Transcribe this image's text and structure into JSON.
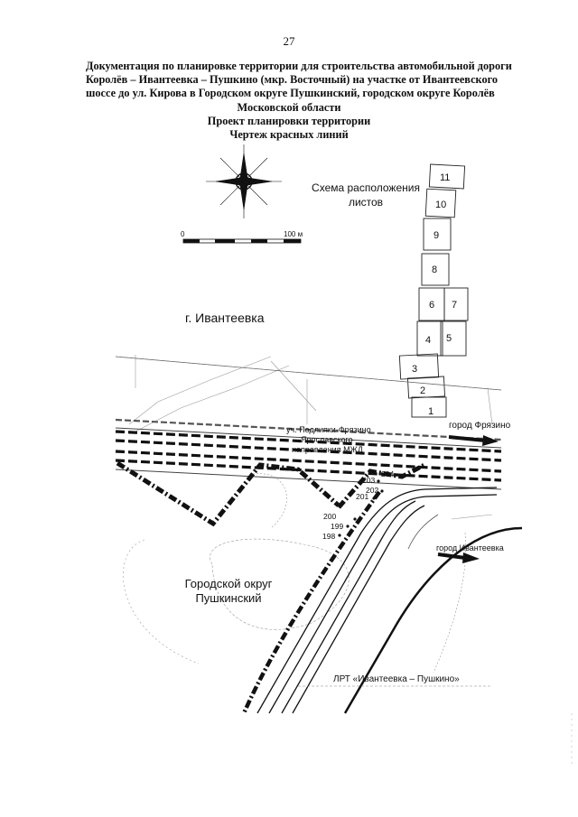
{
  "page": {
    "number": "27"
  },
  "header": {
    "title_lines": [
      "Документация по планировке территории для строительства автомобильной дороги",
      "Королёв – Ивантеевка – Пушкино (мкр. Восточный) на участке от Ивантеевского",
      "шоссе до ул. Кирова в Городском округе Пушкинский, городском округе Королёв",
      "Московской области",
      "Проект планировки территории",
      "Чертеж красных линий"
    ]
  },
  "scale_bar": {
    "start_label": "0",
    "end_label": "100 м"
  },
  "sheet_scheme": {
    "title_lines": [
      "Схема расположения",
      "листов"
    ],
    "sheets": [
      "1",
      "2",
      "3",
      "4",
      "5",
      "6",
      "7",
      "8",
      "9",
      "10",
      "11"
    ]
  },
  "map_labels": {
    "city": "г. Ивантеевка",
    "railway_line1": "уч. Подлипки-Фрязино",
    "railway_line2": "Ярославского",
    "railway_line3": "направления МЖД",
    "to_fryazino": "город Фрязино",
    "to_ivanteevka": "город Ивантеевка",
    "district_line1": "Городской округ",
    "district_line2": "Пушкинский",
    "lrt": "ЛРТ «Ивантеевка – Пушкино»"
  },
  "points": [
    "198",
    "199",
    "200",
    "201",
    "202",
    "203",
    "204"
  ]
}
